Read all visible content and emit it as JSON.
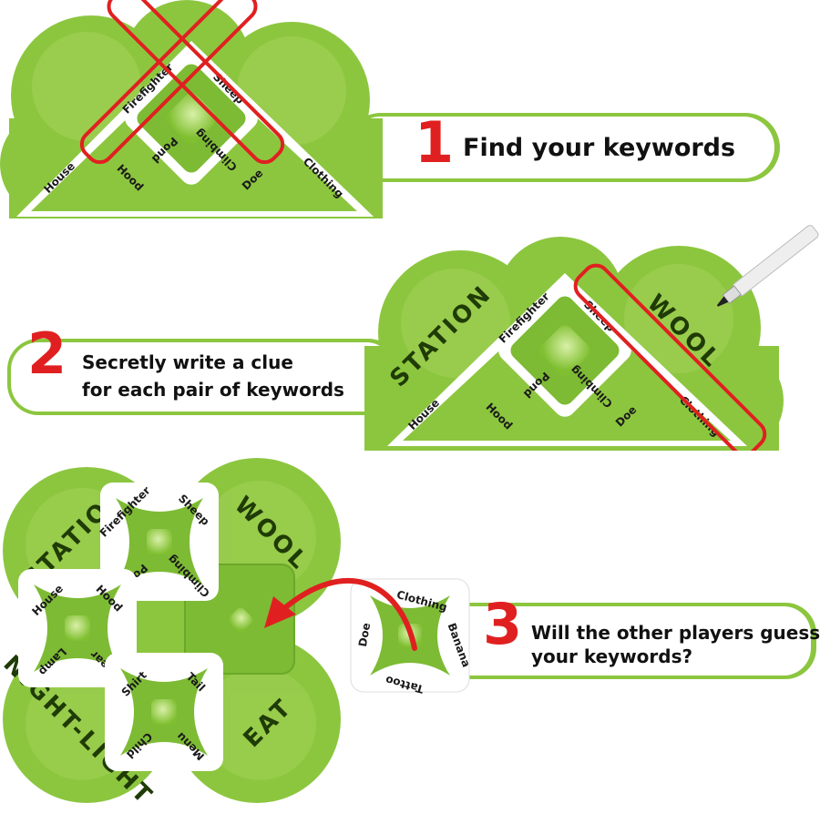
{
  "colors": {
    "leaf": "#8cc63f",
    "leaf_dark": "#5e9e1e",
    "leaf_light": "#b5dc6a",
    "highlight": "#e02020",
    "card_face": "#ffffff"
  },
  "steps": [
    {
      "number": "1",
      "lines": [
        "Find your keywords"
      ]
    },
    {
      "number": "2",
      "lines": [
        "Secretly write a clue",
        "for each pair of keywords"
      ]
    },
    {
      "number": "3",
      "lines": [
        "Will the other players guess",
        "your keywords?"
      ]
    }
  ],
  "step1": {
    "card_left": {
      "top": "Firefighter",
      "right": "Pond",
      "bottom": "Hood",
      "left": "House"
    },
    "card_right": {
      "top": "Sheep",
      "right": "Clothing",
      "bottom": "Doe",
      "left": "Climbing"
    }
  },
  "step2": {
    "board_words": {
      "left": "STATION",
      "right": "WOOL"
    },
    "card_left": {
      "top": "Firefighter",
      "right": "Pond",
      "bottom": "Hood",
      "left": "House"
    },
    "card_right": {
      "top": "Sheep",
      "right": "Clothing",
      "bottom": "Doe",
      "left": "Climbing"
    }
  },
  "step3": {
    "board_words": {
      "top_left": "STATION",
      "top_right": "WOOL",
      "bottom_left": "NIGHT-LIGHT",
      "bottom_right": "EAT"
    },
    "cards": [
      {
        "top": "Firefighter",
        "right": "Sheep",
        "bottom": "Climbing",
        "left": "Pond"
      },
      {
        "top": "House",
        "right": "Hood",
        "bottom": "Pear",
        "left": "Lamp"
      },
      {
        "top": "Shirt",
        "right": "Tail",
        "bottom": "Menu",
        "left": "Child"
      }
    ],
    "loose_card": {
      "top": "Clothing",
      "right": "Banana",
      "bottom": "Tattoo",
      "left": "Doe"
    }
  }
}
